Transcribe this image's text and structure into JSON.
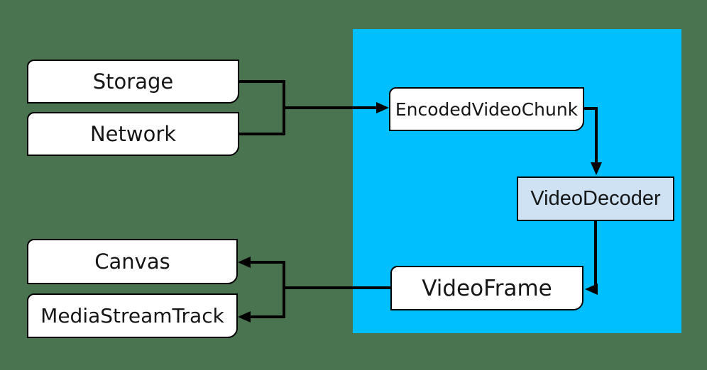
{
  "colors": {
    "page_background": "#4a7350",
    "highlight_region": "#00bfff",
    "node_fill": "#ffffff",
    "node_border": "#000000",
    "decoder_fill": "#cfe2f3",
    "decoder_border": "#0b0b0b",
    "connector": "#000000",
    "label_text": "#161616"
  },
  "nodes": {
    "storage": {
      "label": "Storage"
    },
    "network": {
      "label": "Network"
    },
    "encoded_video_chunk": {
      "label": "EncodedVideoChunk"
    },
    "video_decoder": {
      "label": "VideoDecoder"
    },
    "video_frame": {
      "label": "VideoFrame"
    },
    "canvas": {
      "label": "Canvas"
    },
    "media_stream_track": {
      "label": "MediaStreamTrack"
    }
  },
  "edges": [
    {
      "from": "storage",
      "to": "encoded_video_chunk"
    },
    {
      "from": "network",
      "to": "encoded_video_chunk"
    },
    {
      "from": "encoded_video_chunk",
      "to": "video_decoder"
    },
    {
      "from": "video_decoder",
      "to": "video_frame"
    },
    {
      "from": "video_frame",
      "to": "canvas"
    },
    {
      "from": "video_frame",
      "to": "media_stream_track"
    }
  ]
}
